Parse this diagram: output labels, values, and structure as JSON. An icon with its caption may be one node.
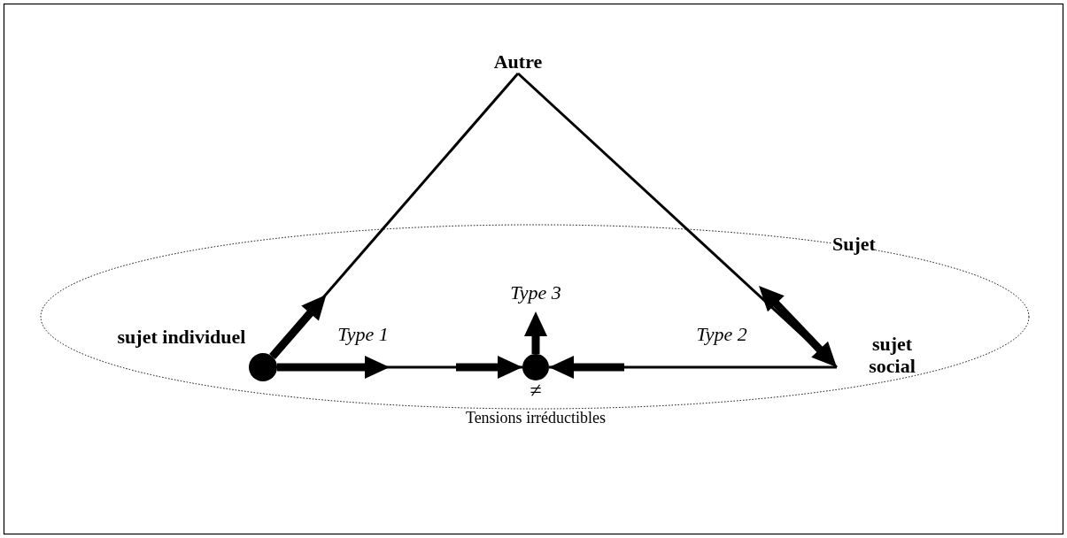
{
  "diagram": {
    "nodes": [
      {
        "text": [
          "Sujet"
        ]
      },
      {
        "text": [
          "Autre"
        ]
      },
      {
        "text": [],
        "shape": "circle",
        "in": 0,
        "beside": [
          "sujet individuel"
        ]
      },
      {
        "text": [],
        "shape": "circle",
        "in": 0,
        "beside": [
          "≠",
          "Tensions irréductibles"
        ]
      },
      {
        "text": [
          "sujet social"
        ],
        "in": 0
      }
    ],
    "edges": [
      {
        "from": 2,
        "to": 1,
        "arrow": "none"
      },
      {
        "from": 1,
        "to": 4,
        "arrow": "none"
      },
      {
        "from": 2,
        "to": 3,
        "arrow": "none"
      },
      {
        "from": 4,
        "to": 3,
        "arrow": "none"
      },
      {
        "from": 2,
        "to": null,
        "arrow": "to"
      },
      {
        "from": null,
        "to": 4,
        "arrow": "both"
      },
      {
        "from": 2,
        "to": null,
        "arrow": "to"
      },
      {
        "from": null,
        "to": 3,
        "arrow": "to"
      },
      {
        "from": null,
        "to": 3,
        "arrow": "to"
      },
      {
        "from": 3,
        "to": null,
        "arrow": "to",
        "label": "Type 3"
      }
    ],
    "labels": [
      "Type 1",
      "Type 2"
    ]
  }
}
